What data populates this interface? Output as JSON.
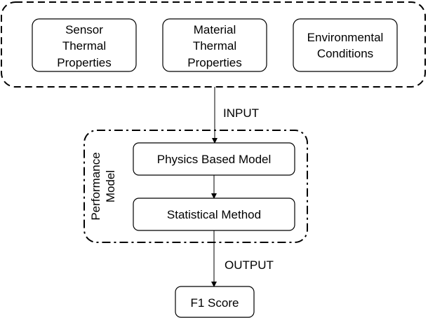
{
  "inputs": {
    "sensor": [
      "Sensor",
      "Thermal",
      "Properties"
    ],
    "material": [
      "Material",
      "Thermal",
      "Properties"
    ],
    "environment": [
      "Environmental",
      "Conditions"
    ]
  },
  "flow": {
    "input_label": "INPUT",
    "output_label": "OUTPUT"
  },
  "performance_model": {
    "group_label": [
      "Performance",
      "Model"
    ],
    "physics": "Physics Based Model",
    "statistical": "Statistical Method"
  },
  "result": {
    "label": "F1 Score"
  },
  "colors": {
    "stroke": "#000000",
    "background": "#ffffff"
  }
}
